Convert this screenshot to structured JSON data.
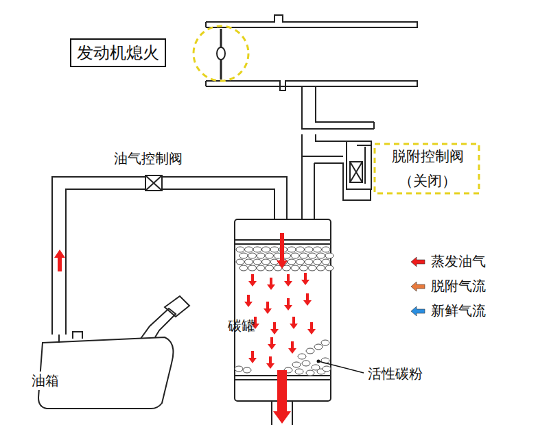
{
  "diagram": {
    "nodes": [
      {
        "text": [
          "发动机熄火"
        ]
      },
      {
        "text": [
          "脱附控制阀",
          "（关闭）"
        ]
      }
    ],
    "labels": [
      "油气控制阀",
      "碳罐",
      "活性碳粉",
      "油箱"
    ],
    "legend": [
      {
        "text": "蒸发油气",
        "color": "#ee1c1c"
      },
      {
        "text": "脱附气流",
        "color": "#e87a3c"
      },
      {
        "text": "新鲜气流",
        "color": "#2a8ee0"
      }
    ]
  }
}
